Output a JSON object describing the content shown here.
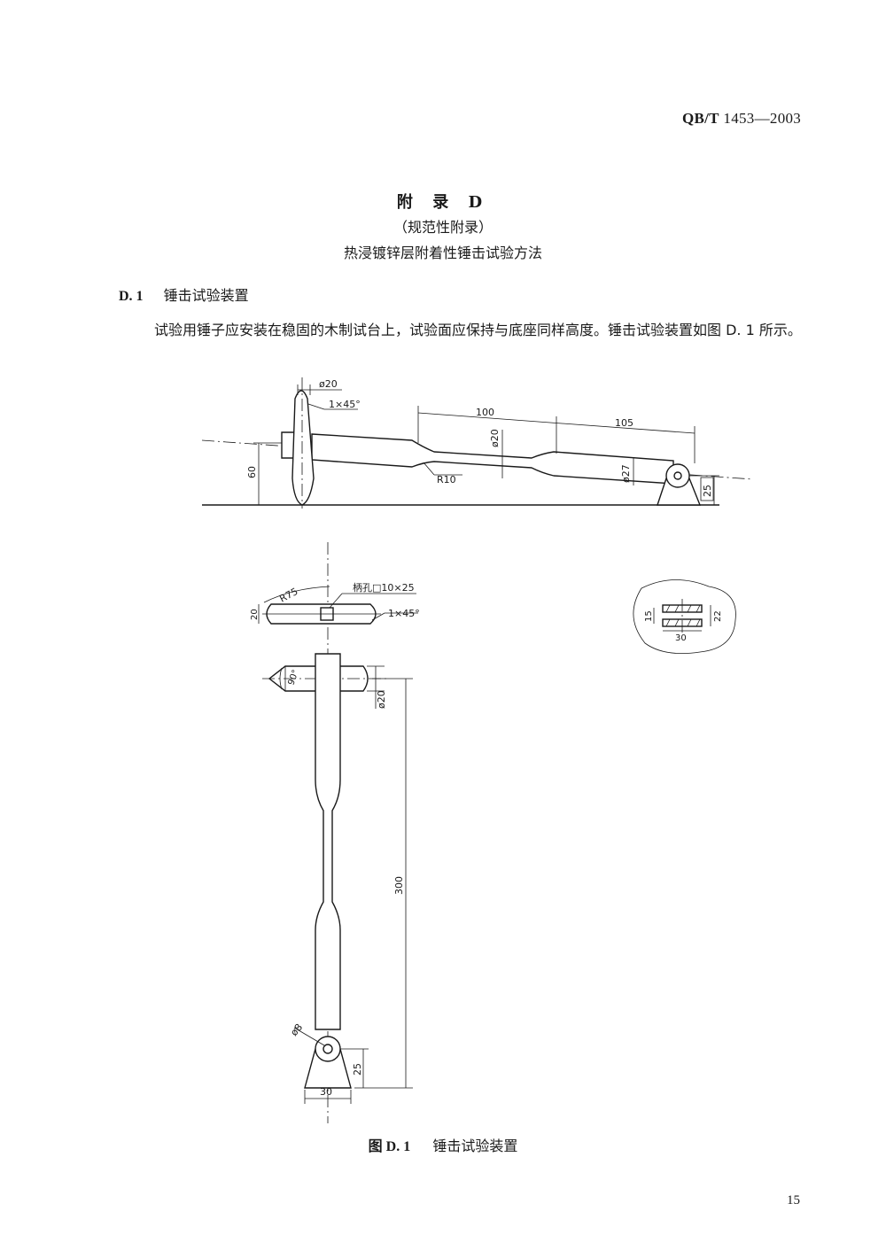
{
  "header": {
    "std_prefix": "QB/T",
    "std_number": "1453—2003"
  },
  "appendix": {
    "title": "附 录 D",
    "type": "（规范性附录）",
    "name": "热浸镀锌层附着性锤击试验方法"
  },
  "section": {
    "number": "D. 1",
    "heading": "锤击试验装置",
    "paragraph": "试验用锤子应安装在稳固的木制试台上，试验面应保持与底座同样高度。锤击试验装置如图 D. 1 所示。"
  },
  "drawing": {
    "side_view": {
      "dim_head_dia": "ø20",
      "dim_chamfer": "1×45°",
      "dim_len_mid": "100",
      "dim_len_end": "105",
      "dim_neck_dia": "ø20",
      "dim_radius": "R10",
      "dim_shaft_dia": "ø27",
      "dim_height": "60",
      "dim_base_height": "25"
    },
    "head_top_view": {
      "dim_radius": "R75",
      "dim_width": "20",
      "dim_slot": "柄孔□10×25",
      "dim_chamfer": "1×45°"
    },
    "detail_view": {
      "dim_inner": "15",
      "dim_outer": "22",
      "dim_width": "30"
    },
    "front_view": {
      "dim_tip_angle": "90°",
      "dim_head_dia": "ø20",
      "dim_length": "300",
      "dim_pin_dia": "ø8",
      "dim_base_height": "25",
      "dim_base_width": "30"
    }
  },
  "figure": {
    "label": "图 D. 1",
    "title": "锤击试验装置"
  },
  "page": {
    "number": "15"
  }
}
